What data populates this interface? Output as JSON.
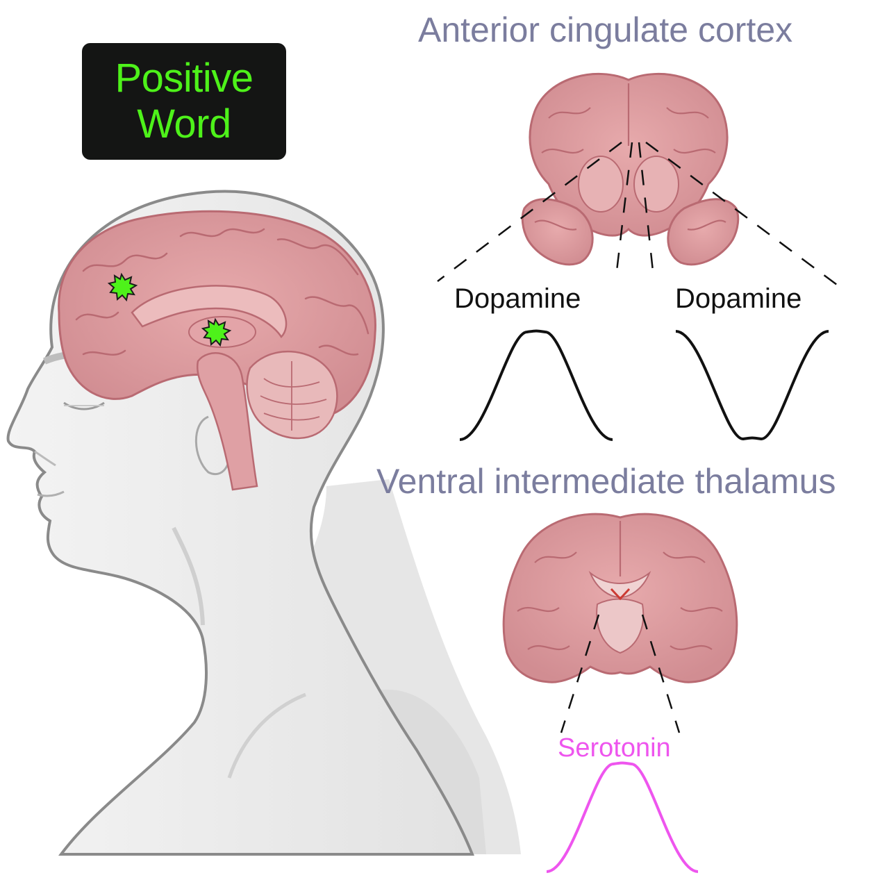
{
  "stimulus": {
    "line1": "Positive",
    "line2": "Word"
  },
  "regions": {
    "top": {
      "title": "Anterior cingulate cortex",
      "left_signal": "Dopamine",
      "right_signal": "Dopamine"
    },
    "bottom": {
      "title": "Ventral intermediate thalamus",
      "signal": "Serotonin"
    }
  },
  "colors": {
    "stimulus_text": "#4ef21a",
    "stimulus_box": "#141514",
    "heading": "#7b7d9e",
    "dopamine": "#111111",
    "serotonin": "#ee55ee",
    "brain": "#d99a9c",
    "brain_outline": "#b96a72",
    "head": "#ededed",
    "head_outline": "#8a8a8a"
  },
  "icons": {
    "activation_marker": "green-star-burst-icon"
  }
}
